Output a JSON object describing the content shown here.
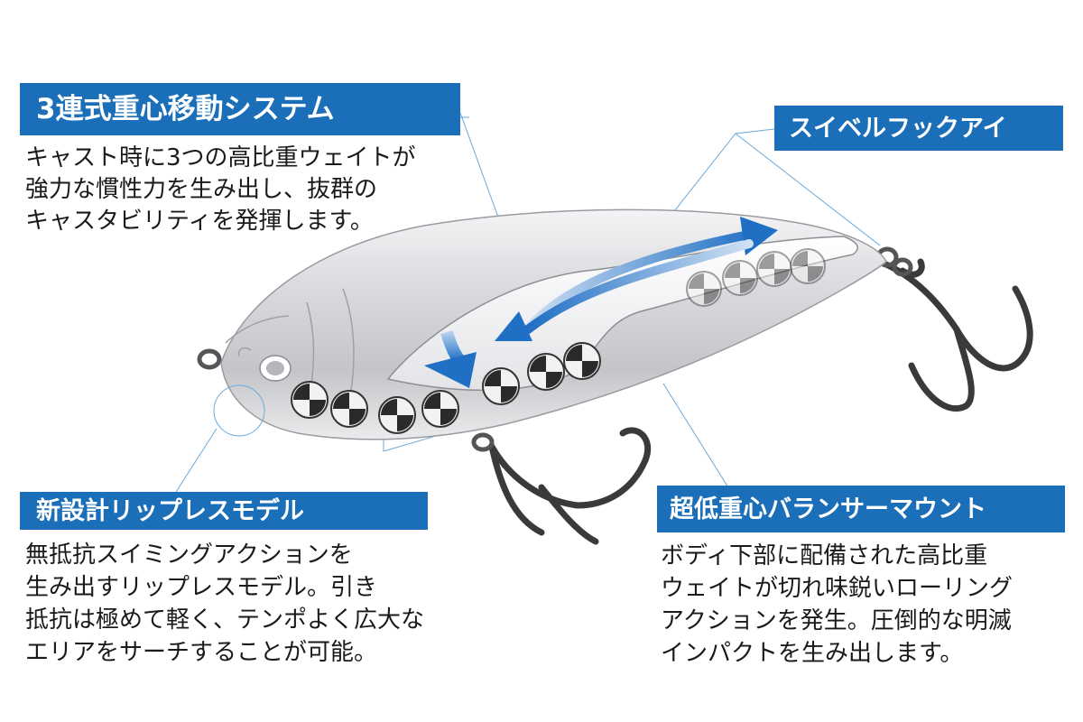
{
  "callouts": {
    "weight_system": {
      "title": "3連式重心移動システム",
      "lines": [
        "キャスト時に3つの高比重ウェイトが",
        "強力な慣性力を生み出し、抜群の",
        "キャスタビリティを発揮します。"
      ]
    },
    "swivel": {
      "title": "スイベルフックアイ"
    },
    "lipless": {
      "title": "新設計リップレスモデル",
      "lines": [
        "無抵抗スイミングアクションを",
        "生み出すリップレスモデル。引き",
        "抵抗は極めて軽く、テンポよく広大な",
        "エリアをサーチすることが可能。"
      ]
    },
    "balancer": {
      "title": "超低重心バランサーマウント",
      "lines": [
        "ボディ下部に配備された高比重",
        "ウェイトが切れ味鋭いローリング",
        "アクションを発生。圧倒的な明滅",
        "インパクトを生み出します。"
      ]
    }
  },
  "colors": {
    "label_bg": "#1a6fb8",
    "label_text": "#ffffff",
    "body_text": "#1a1a1a",
    "leader_line": "#6aa8d8",
    "arrow": "#1f6fc4",
    "hook": "#3a3a3a"
  }
}
